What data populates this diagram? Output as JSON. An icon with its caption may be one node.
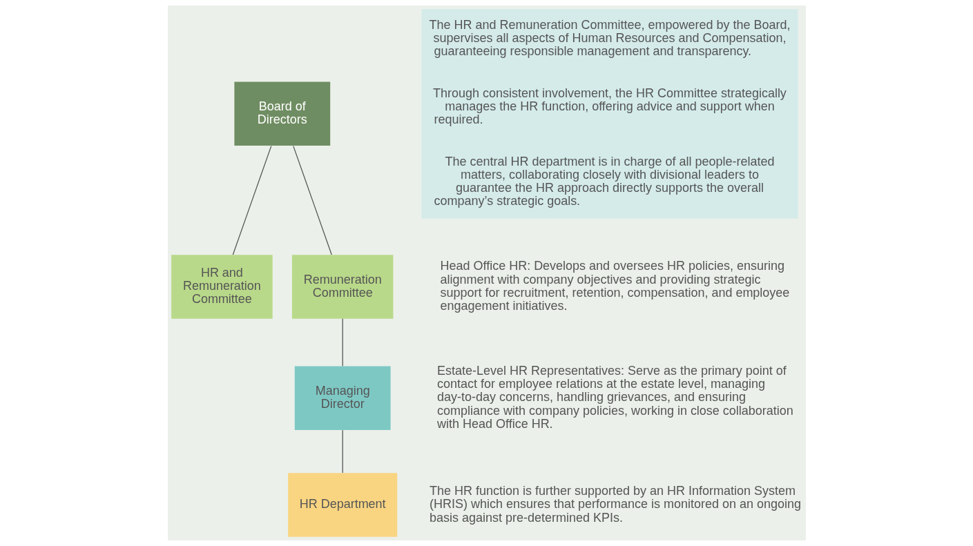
{
  "diagram": {
    "nodes": [
      {
        "text": [
          "Board of Directors"
        ]
      },
      {
        "text": [
          "HR and Remuneration Committee"
        ]
      },
      {
        "text": [
          "Remuneration Committee"
        ]
      },
      {
        "text": [
          "Managing Director"
        ]
      },
      {
        "text": [
          "HR Department"
        ]
      },
      {
        "text": [
          "The HR and Remuneration Committee, empowered by the Board, supervises all aspects of Human Resources and Compensation, guaranteeing responsible management and transparency.",
          "Through consistent involvement, the HR Committee strategically manages the HR function, offering advice and support when required.",
          "The central HR department is in charge of all people-related matters, collaborating closely with divisional leaders to guarantee the HR approach directly supports the overall company’s strategic goals."
        ]
      }
    ],
    "edges": [
      {
        "from": 0,
        "to": 1,
        "arrow": "none"
      },
      {
        "from": 0,
        "to": 2,
        "arrow": "none"
      },
      {
        "from": 2,
        "to": 3,
        "arrow": "none"
      },
      {
        "from": 3,
        "to": 4,
        "arrow": "none"
      }
    ],
    "labels": [
      "Head Office HR: Develops and oversees HR policies, ensuring alignment with company objectives and providing strategic support for recruitment, retention, compensation, and employee engagement initiatives.",
      "Estate-Level HR Representatives: Serve as the primary point of contact for employee relations at the estate level, managing day-to-day concerns, handling grievances, and ensuring compliance with company policies, working in close collaboration with Head Office HR.",
      "The HR function is further supported by an HR Information System (HRIS) which ensures that performance is monitored on an ongoing basis against pre-determined KPIs."
    ]
  }
}
